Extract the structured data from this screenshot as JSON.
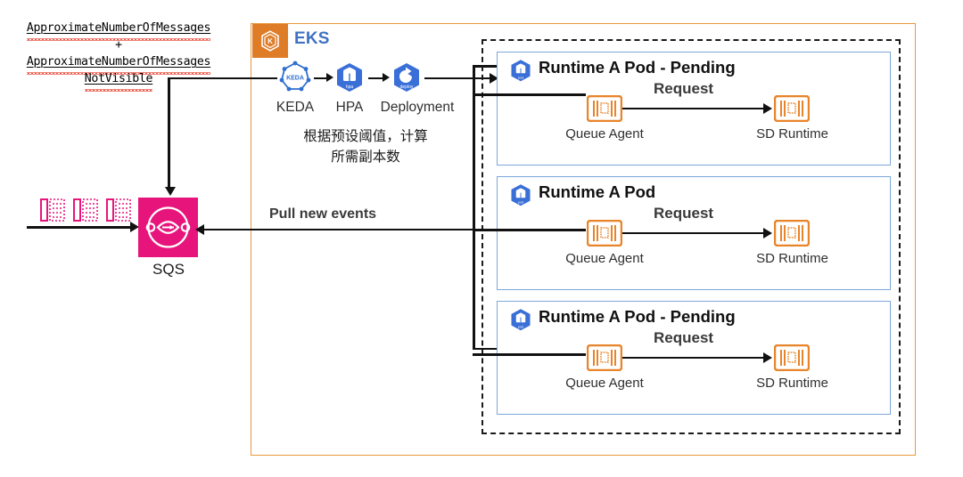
{
  "metric": {
    "line1": "ApproximateNumberOfMessages",
    "operator": "+",
    "line2": "ApproximateNumberOfMessages",
    "line3": "NotVisible"
  },
  "eks": {
    "title": "EKS",
    "badge_icon": "eks-hexagon-k-icon",
    "accent_color": "#e8973c",
    "title_color": "#3f72c4"
  },
  "scaling_chain": {
    "keda": {
      "label": "KEDA",
      "icon": "keda-hexagon-icon"
    },
    "hpa": {
      "label": "HPA",
      "icon": "hpa-kubernetes-hexagon-icon"
    },
    "deployment": {
      "label": "Deployment",
      "icon": "deployment-kubernetes-hexagon-icon"
    },
    "note_line1": "根据预设阈值，计算",
    "note_line2": "所需副本数"
  },
  "queue": {
    "label": "SQS",
    "icon": "sqs-queue-icon",
    "color": "#e7157b",
    "message_icon": "message-icon",
    "message_count": 3
  },
  "flows": {
    "pull_new_events": "Pull new events",
    "request": "Request"
  },
  "pods": [
    {
      "title": "Runtime A Pod - Pending",
      "icon": "kubernetes-pod-icon",
      "queue_agent": {
        "label": "Queue Agent",
        "icon": "container-icon"
      },
      "sd_runtime": {
        "label": "SD Runtime",
        "icon": "container-icon"
      },
      "request_label": "Request"
    },
    {
      "title": "Runtime A Pod",
      "icon": "kubernetes-pod-icon",
      "queue_agent": {
        "label": "Queue Agent",
        "icon": "container-icon"
      },
      "sd_runtime": {
        "label": "SD Runtime",
        "icon": "container-icon"
      },
      "request_label": "Request"
    },
    {
      "title": "Runtime A Pod - Pending",
      "icon": "kubernetes-pod-icon",
      "queue_agent": {
        "label": "Queue Agent",
        "icon": "container-icon"
      },
      "sd_runtime": {
        "label": "SD Runtime",
        "icon": "container-icon"
      },
      "request_label": "Request"
    }
  ]
}
